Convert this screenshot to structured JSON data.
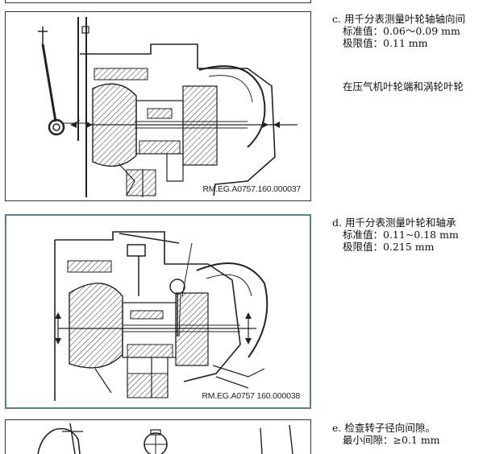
{
  "section_c": {
    "heading": "c. 用千分表测量叶轮轴轴向间",
    "standard": "标准值：0.06～0.09 mm",
    "limit": "极限值：0.11 mm",
    "note": "在压气机叶轮端和涡轮叶轮",
    "figure_caption": "RM.EG.A0757.160.000037"
  },
  "section_d": {
    "heading": "d. 用千分表测量叶轮和轴承",
    "standard": "标准值：0.11~0.18 mm",
    "limit": "极限值：0.215 mm",
    "figure_caption": "RM.EG.A0757 160.000038"
  },
  "section_e": {
    "heading": "e. 检查转子径向间隙。",
    "minimum": "最小间隙：≥0.1 mm"
  }
}
